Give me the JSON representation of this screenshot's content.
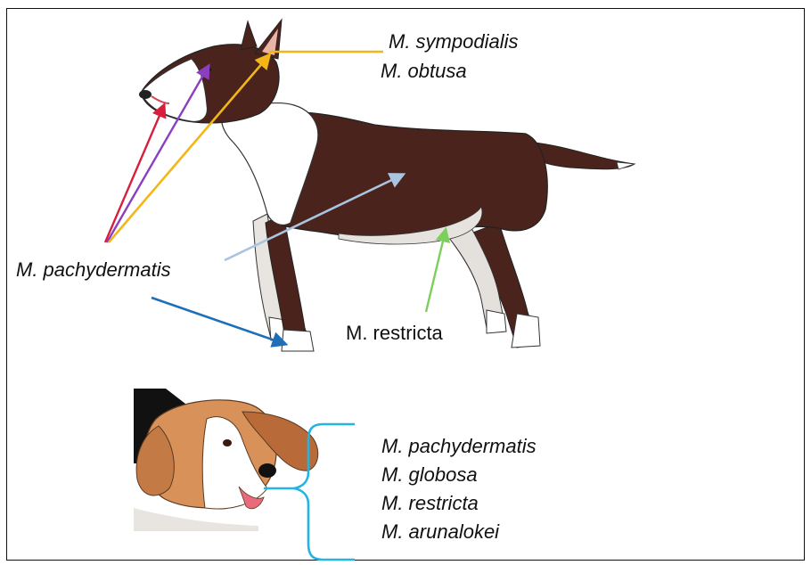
{
  "labels": {
    "sympodialis": "M. sympodialis",
    "obtusa": "M. obtusa",
    "pachydermatis_main": "M. pachydermatis",
    "restricta_main": "M. restricta"
  },
  "inset_list": [
    "M. pachydermatis",
    "M. globosa",
    "M. restricta",
    "M. arunalokei"
  ],
  "colors": {
    "dog_brown": "#4a241c",
    "dog_white": "#ffffff",
    "arrow_red": "#d81e3a",
    "arrow_purple": "#8b3fc0",
    "arrow_yellow": "#f2b716",
    "arrow_lightblue": "#a9c4e0",
    "arrow_blue": "#1f6fb8",
    "arrow_green": "#7ccf5a",
    "bracket_cyan": "#22b4e4",
    "beagle_tan": "#d9915a"
  }
}
